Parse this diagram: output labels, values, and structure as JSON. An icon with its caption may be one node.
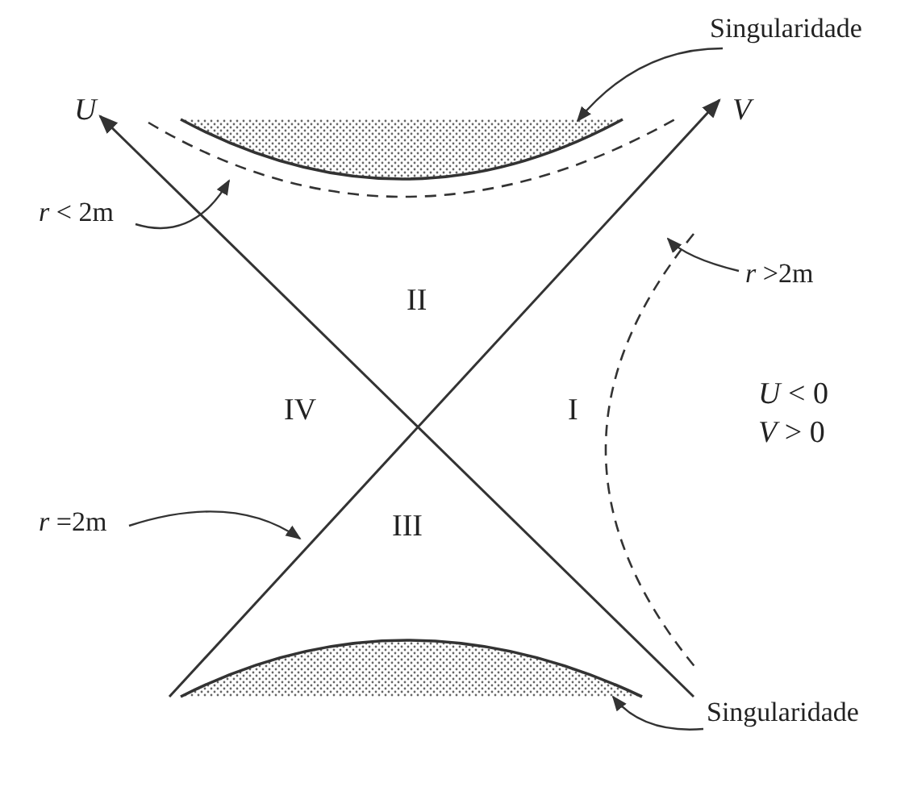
{
  "diagram": {
    "nodes": [
      {
        "text": [
          "Singularidade"
        ]
      },
      {
        "text": [
          "*r* < 2m"
        ]
      },
      {
        "text": [
          "*r* >2m"
        ]
      },
      {
        "text": [
          "*r* =2m"
        ]
      },
      {
        "text": [
          "Singularidade"
        ]
      }
    ],
    "edges": [
      {
        "from": 0,
        "to": null,
        "arrow": "to"
      },
      {
        "from": 1,
        "to": null,
        "arrow": "to"
      },
      {
        "from": 2,
        "to": null,
        "arrow": "to"
      },
      {
        "from": 3,
        "to": null,
        "arrow": "to"
      },
      {
        "from": 4,
        "to": null,
        "arrow": "to"
      }
    ],
    "labels": [
      "*U*",
      "*V*",
      "II",
      "IV",
      "I",
      "*U* < 0",
      "*V* > 0",
      "III"
    ]
  }
}
